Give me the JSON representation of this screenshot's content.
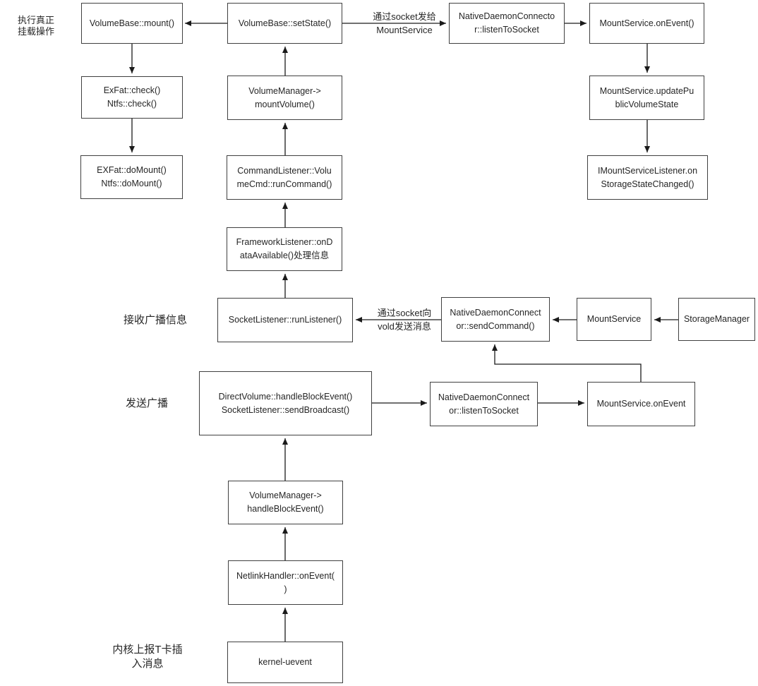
{
  "diagram": {
    "side_labels": {
      "execute_mount": "执行真正\n挂载操作",
      "receive_broadcast": "接收广播信息",
      "send_broadcast": "发送广播",
      "kernel_report": "内核上报T卡插\n入消息"
    },
    "edge_labels": {
      "socket_to_mountservice": "通过socket发给\nMountService",
      "socket_to_vold": "通过socket向\nvold发送消息"
    },
    "nodes": {
      "volumebase_mount": "VolumeBase::mount()",
      "volumebase_setstate": "VolumeBase::setState()",
      "ndc_listen_top": "NativeDaemonConnecto\nr::listenToSocket",
      "mountservice_onevent_top": "MountService.onEvent()",
      "exfat_check": "ExFat::check()\nNtfs::check()",
      "volumemanager_mountvolume": "VolumeManager->\nmountVolume()",
      "mountservice_updatepublic": "MountService.updatePu\nblicVolumeState",
      "exfat_domount": "EXFat::doMount()\nNtfs::doMount()",
      "commandlistener_runcommand": "CommandListener::Volu\nmeCmd::runCommand()",
      "imountservicelistener": "IMountServiceListener.on\nStorageStateChanged()",
      "frameworklistener": "FrameworkListener::onD\nataAvailable()处理信息",
      "socketlistener_runlistener": "SocketListener::runListener()",
      "ndc_sendcommand": "NativeDaemonConnect\nor::sendCommand()",
      "mountservice": "MountService",
      "storagemanager": "StorageManager",
      "directvolume_handleblockevent": "DirectVolume::handleBlockEvent()\nSocketListener::sendBroadcast()",
      "ndc_listen_mid": "NativeDaemonConnect\nor::listenToSocket",
      "mountservice_onevent_mid": "MountService.onEvent",
      "volumemanager_handleblockevent": "VolumeManager->\nhandleBlockEvent()",
      "netlinkhandler_onevent": "NetlinkHandler::onEvent(\n)",
      "kernel_uevent": "kernel-uevent"
    },
    "colors": {
      "background": "#ffffff",
      "node_border": "#404040",
      "text": "#262626",
      "connector": "#1a1a1a"
    }
  }
}
